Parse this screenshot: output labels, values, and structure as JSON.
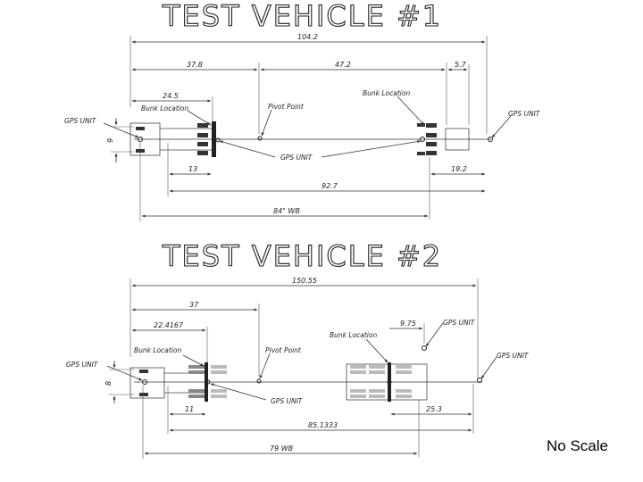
{
  "vehicle1": {
    "title": "TEST VEHICLE #1",
    "dims": {
      "overall": "104.2",
      "a": "37.8",
      "b": "47.2",
      "c": "5.7",
      "d": "24.5",
      "e": "13",
      "f": "19.2",
      "g": "92.7",
      "wb": "84\" WB",
      "side": "9"
    },
    "labels": {
      "bunk_front": "Bunk Location",
      "bunk_rear": "Bunk Location",
      "pivot": "Pivot Point",
      "gps_left": "GPS UNIT",
      "gps_right": "GPS UNIT",
      "gps_center": "GPS UNIT"
    }
  },
  "vehicle2": {
    "title": "TEST VEHICLE #2",
    "dims": {
      "overall": "150.55",
      "a": "37",
      "b": "22.4167",
      "c": "9.75",
      "d": "11",
      "e": "25.3",
      "f": "85.1333",
      "wb": "79 WB",
      "side": "8"
    },
    "labels": {
      "bunk_front": "Bunk Location",
      "bunk_rear": "Bunk Location",
      "pivot": "Pivot Point",
      "gps_left": "GPS UNIT",
      "gps_top": "GPS UNIT",
      "gps_right": "GPS UNIT",
      "gps_center": "GPS UNIT"
    }
  },
  "note": "No Scale",
  "colors": {
    "line": "#333333",
    "text": "#222222",
    "background": "#ffffff"
  }
}
